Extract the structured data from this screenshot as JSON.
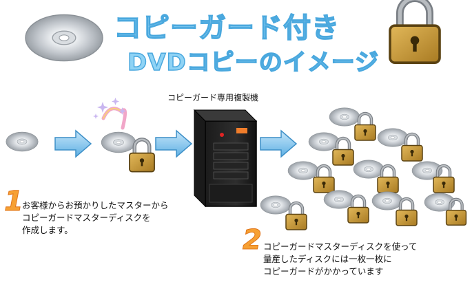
{
  "title": {
    "line1": "コピーガード付き",
    "line2": "DVDコピーのイメージ"
  },
  "machine_label": "コピーガード専用複製機",
  "step1": {
    "number": "1",
    "lines": [
      "お客様からお預かりしたマスターから",
      "コピーガードマスターディスクを",
      "作成します。"
    ]
  },
  "step2": {
    "number": "2",
    "lines": [
      "コピーガードマスターディスクを使って",
      "量産したディスクには一枚一枚に",
      "コピーガードがかかっています"
    ]
  },
  "icons": [
    "dvd-disc-icon",
    "padlock-icon",
    "arrow-right-icon",
    "duplicator-tower-icon",
    "sparkle-icon"
  ],
  "colors": {
    "title_fill": "#8fd3f5",
    "title_stroke": "#4aa8de",
    "arrow_fill": "#8cc8ec",
    "step_number": "#f6a033",
    "lock_body": "#c89a3c"
  }
}
